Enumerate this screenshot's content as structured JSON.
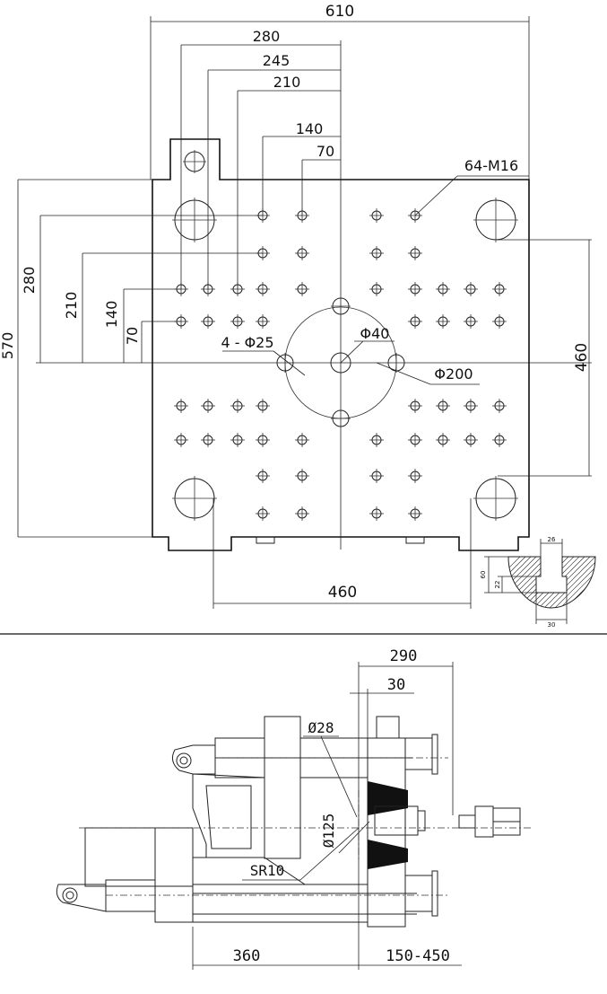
{
  "platen": {
    "dims": {
      "width": "610",
      "d280": "280",
      "d245": "245",
      "d210": "210",
      "d140": "140",
      "d70": "70",
      "thread_holes": "64-M16",
      "center_hole": "Φ40",
      "locating_ring": "Φ200",
      "ejector_holes": "4 - Φ25",
      "v_280": "280",
      "v_210": "210",
      "v_140": "140",
      "v_70": "70",
      "v_570": "570",
      "tie_bar_v": "460",
      "tie_bar_h": "460"
    },
    "slot_detail": {
      "d26": "26",
      "d60": "60",
      "d22": "22",
      "d30": "30"
    }
  },
  "side_view": {
    "d290": "290",
    "d30": "30",
    "d28": "Ø28",
    "d125": "Ø125",
    "sr10": "SR10",
    "d360": "360",
    "d150_450": "150-450"
  }
}
